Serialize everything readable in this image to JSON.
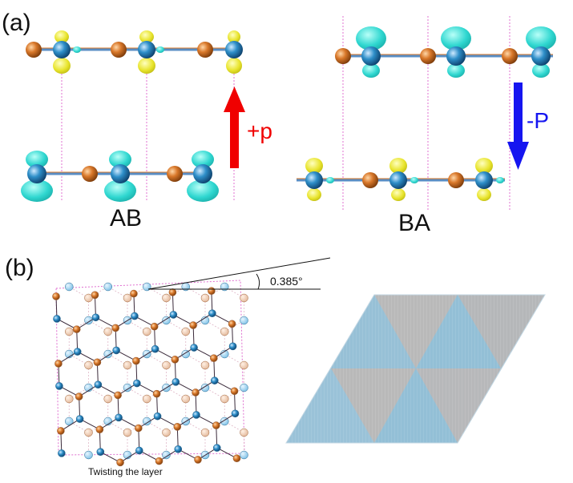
{
  "panel_a": {
    "label": "(a)",
    "left": {
      "stack": "AB",
      "polarization": "+p"
    },
    "right": {
      "stack": "BA",
      "polarization": "-P"
    }
  },
  "panel_b": {
    "label": "(b)",
    "angle": "0.385°",
    "caption": "Twisting the layer"
  },
  "colors": {
    "boron": "#d9782a",
    "nitrogen": "#2e8fc9",
    "charge_cyan": "#2fd7d0",
    "charge_yellow": "#e8e42c",
    "arrow_up": "#f00000",
    "arrow_down": "#1515f0",
    "cell_line": "#e070d0",
    "moire_blue": "#8fbad4",
    "moire_gray": "#b8b8b8"
  }
}
